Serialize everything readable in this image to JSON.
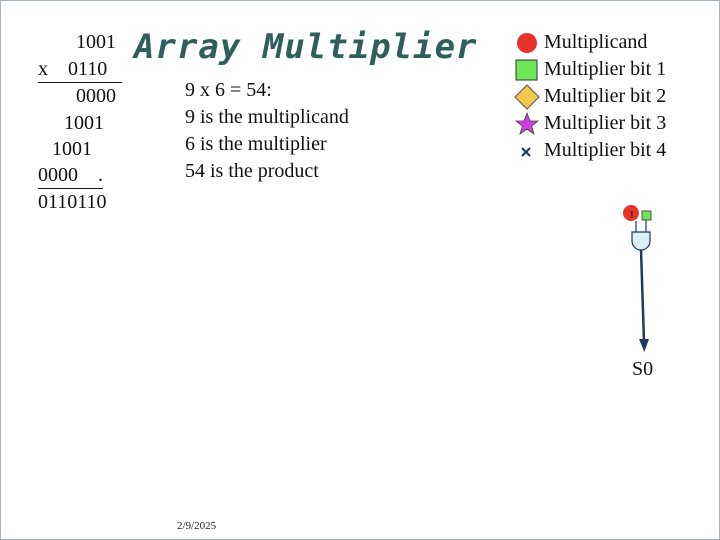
{
  "slide": {
    "title": "Array Multiplier",
    "date": "2/9/2025"
  },
  "multiplication": {
    "lines": [
      "1001",
      "x    0110",
      "0000",
      "1001",
      "1001",
      "0000    .",
      "0110110"
    ]
  },
  "explanation": {
    "equation": "9 x 6 = 54:",
    "line1": "9 is the multiplicand",
    "line2": "6 is the multiplier",
    "line3": "54 is the product"
  },
  "legend": {
    "items": [
      {
        "label": "Multiplicand",
        "icon": "red-circle-icon",
        "color": "#e8332a"
      },
      {
        "label": "Multiplier bit 1",
        "icon": "green-square-icon",
        "color": "#6ee65a"
      },
      {
        "label": "Multiplier bit 2",
        "icon": "yellow-diamond-icon",
        "color": "#f2c94c"
      },
      {
        "label": "Multiplier bit 3",
        "icon": "magenta-star-icon",
        "color": "#d63be0"
      },
      {
        "label": "Multiplier bit 4",
        "icon": "x-mark-icon",
        "color": "#1f3a5f"
      }
    ]
  },
  "circuit": {
    "input_bit": "1",
    "output_label": "S0",
    "gate_color": "#d8f2f6",
    "wire_color": "#1f3a5f"
  }
}
